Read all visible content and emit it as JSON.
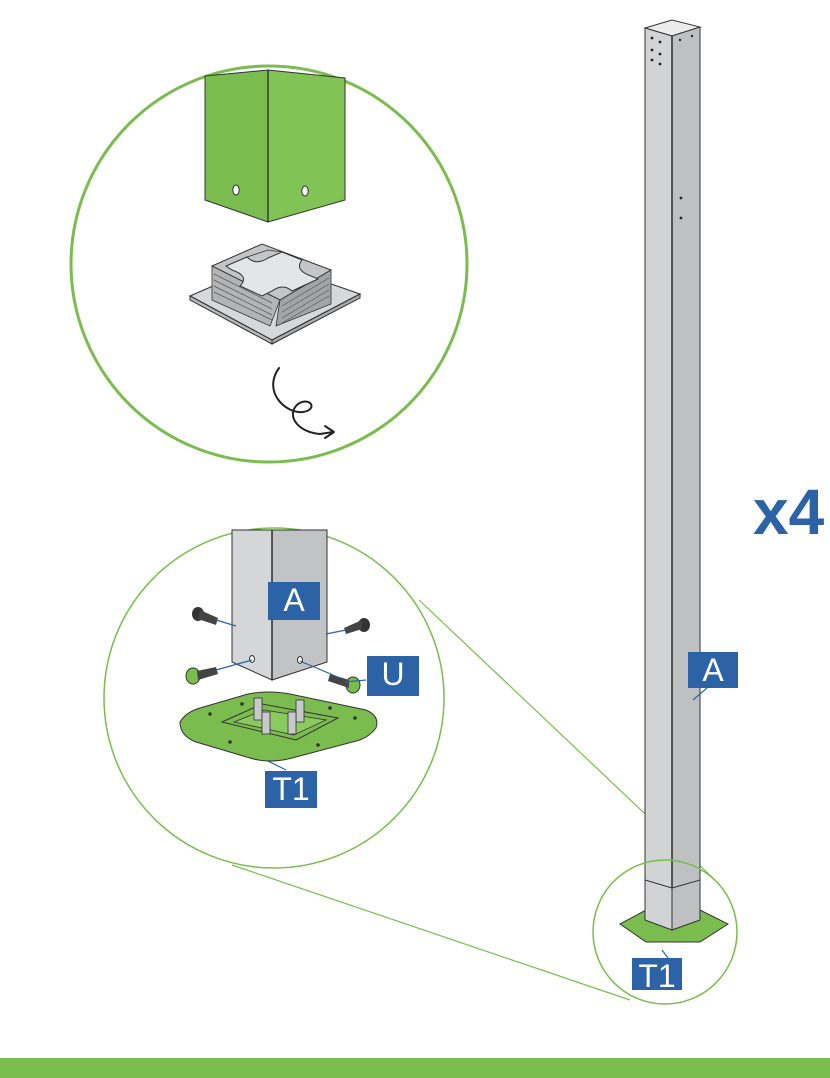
{
  "labels": {
    "part_a_detail": "A",
    "part_u": "U",
    "part_t1_detail": "T1",
    "part_a_main": "A",
    "part_t1_main": "T1"
  },
  "quantity": "x4",
  "colors": {
    "accent_green": "#7bbc4e",
    "label_blue": "#2b63a6",
    "post_gray": "#cfd0d2",
    "footer_green": "#7cbd4f"
  },
  "icons": {
    "rotate": "curly-arrow-icon"
  }
}
